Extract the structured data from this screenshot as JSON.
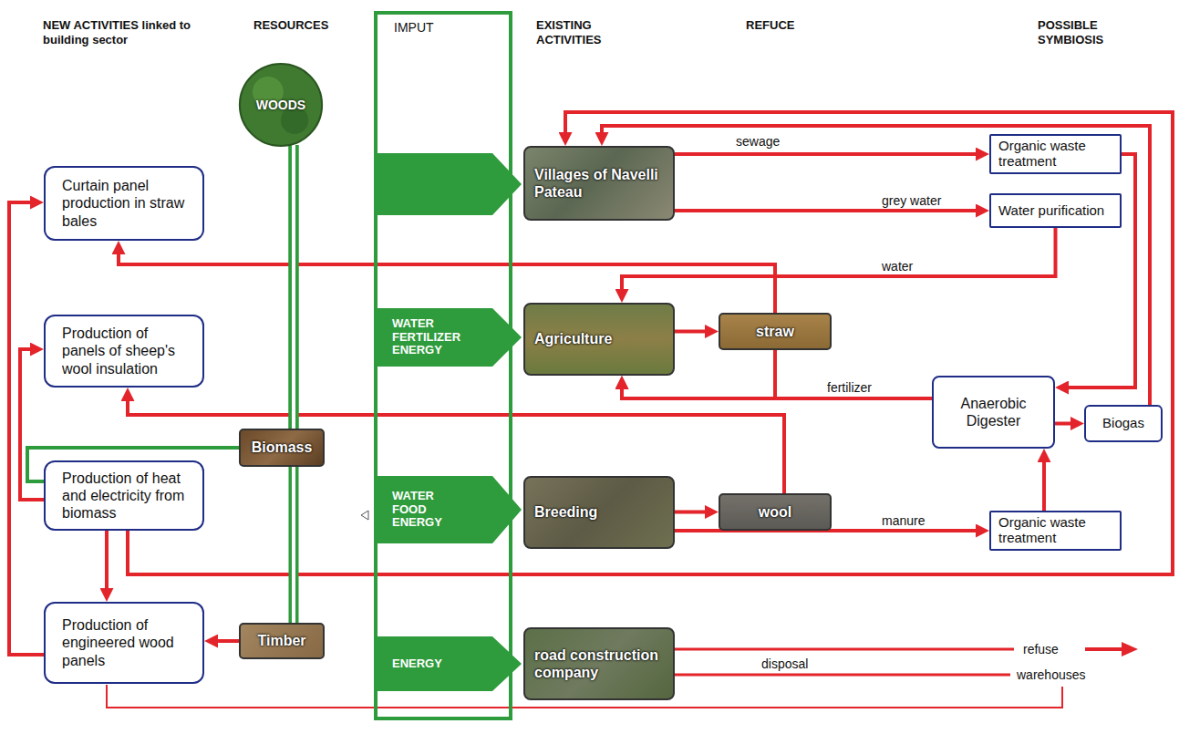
{
  "diagram": {
    "nodes": [
      {
        "text": [
          "WOODS"
        ]
      },
      {
        "text": [
          "IMPUT"
        ]
      },
      {
        "text": [
          "Villages of Navelli Pateau"
        ]
      },
      {
        "text": [
          "Organic waste treatment"
        ]
      },
      {
        "text": [
          "Water purification"
        ]
      },
      {
        "text": [
          "Curtain panel production in straw bales"
        ]
      },
      {
        "text": [
          "WATER FERTILIZER ENERGY"
        ],
        "in": 1
      },
      {
        "text": [
          "Agriculture"
        ]
      },
      {
        "text": [
          "straw"
        ]
      },
      {
        "text": [
          "Production of panels of sheep's wool insulation"
        ]
      },
      {
        "text": [
          "Anaerobic Digester"
        ]
      },
      {
        "text": [
          "Biogas"
        ]
      },
      {
        "text": [
          "Biomass"
        ]
      },
      {
        "text": [
          "Production of heat and electricity from biomass"
        ]
      },
      {
        "text": [
          "WATER FOOD ENERGY"
        ],
        "in": 1
      },
      {
        "text": [
          "Breeding"
        ]
      },
      {
        "text": [
          "wool"
        ]
      },
      {
        "text": [
          "Organic waste treatment"
        ]
      },
      {
        "text": [
          "Production of engineered wood panels"
        ]
      },
      {
        "text": [
          "Timber"
        ]
      },
      {
        "text": [
          "ENERGY"
        ],
        "in": 1
      },
      {
        "text": [
          "road construction company"
        ]
      }
    ],
    "edges": [
      {
        "from": 2,
        "to": 3,
        "label": "sewage",
        "arrow": "to"
      },
      {
        "from": 2,
        "to": 4,
        "label": "grey water",
        "arrow": "to"
      },
      {
        "from": 4,
        "to": 7,
        "label": "water",
        "arrow": "to"
      },
      {
        "from": 8,
        "to": 5,
        "arrow": "to"
      },
      {
        "from": 7,
        "to": 8,
        "arrow": "to"
      },
      {
        "from": 10,
        "to": 7,
        "label": "fertilizer",
        "arrow": "to"
      },
      {
        "from": 8,
        "to": 7,
        "arrow": "to"
      },
      {
        "from": 15,
        "to": 16,
        "arrow": "to"
      },
      {
        "from": 16,
        "to": 9,
        "arrow": "to"
      },
      {
        "from": 15,
        "to": 17,
        "label": "manure",
        "arrow": "to"
      },
      {
        "from": 17,
        "to": 10,
        "arrow": "to"
      },
      {
        "from": 3,
        "to": 10,
        "arrow": "to"
      },
      {
        "from": 10,
        "to": 11,
        "arrow": "to"
      },
      {
        "from": 11,
        "to": 2,
        "arrow": "to"
      },
      {
        "from": 13,
        "to": 2,
        "arrow": "to"
      },
      {
        "from": 13,
        "to": 9,
        "arrow": "to"
      },
      {
        "from": 18,
        "to": 5,
        "arrow": "to"
      },
      {
        "from": 13,
        "to": 18,
        "arrow": "to"
      },
      {
        "from": 19,
        "to": 18,
        "arrow": "to"
      },
      {
        "from": 12,
        "to": 13,
        "arrow": "none"
      },
      {
        "from": 0,
        "to": 12,
        "arrow": "none"
      },
      {
        "from": 0,
        "to": 19,
        "arrow": "none"
      }
    ],
    "labels": [
      "NEW ACTIVITIES linked to building sector",
      "RESOURCES",
      "EXISTING ACTIVITIES",
      "REFUCE",
      "POSSIBLE SYMBIOSIS",
      "refuse",
      "disposal",
      "warehouses"
    ]
  }
}
